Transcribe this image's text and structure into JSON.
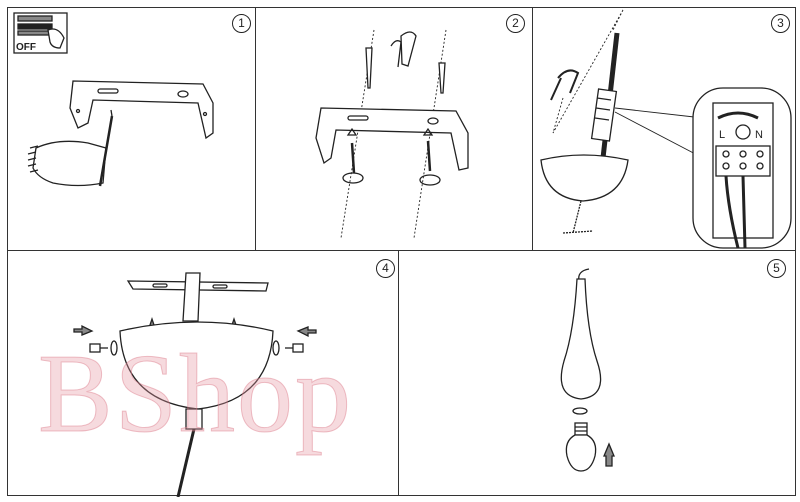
{
  "steps": [
    {
      "number": "1"
    },
    {
      "number": "2"
    },
    {
      "number": "3"
    },
    {
      "number": "4"
    },
    {
      "number": "5"
    }
  ],
  "switch_icon": {
    "label": "OFF"
  },
  "terminal": {
    "live_label": "L",
    "neutral_label": "N"
  },
  "watermark": {
    "text": "BShop"
  },
  "colors": {
    "line": "#222222",
    "watermark": "#e696a0"
  }
}
